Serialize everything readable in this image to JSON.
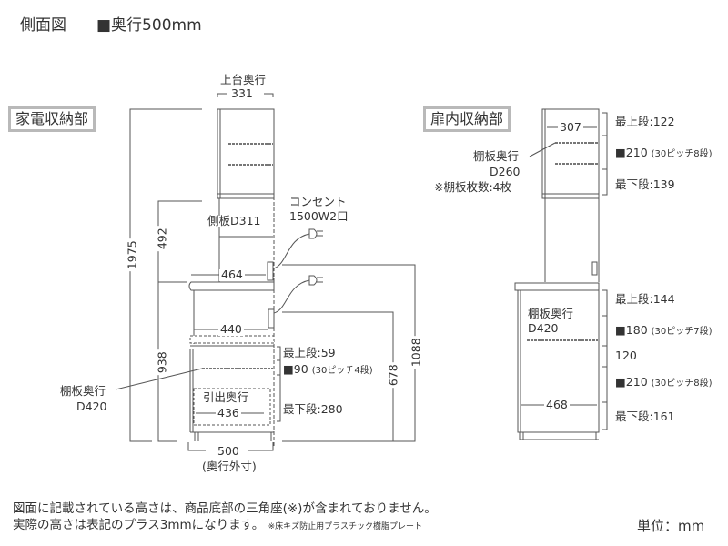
{
  "header": {
    "title": "側面図",
    "depth_label": "■奥行500mm"
  },
  "left_section": {
    "section_label": "家電収納部",
    "upper_depth_caption": "上台奥行",
    "upper_depth": "331",
    "side_panel": "側板D311",
    "outlet_label_line1": "コンセント",
    "outlet_label_line2": "1500W2口",
    "counter_depth": "464",
    "inner_depth": "440",
    "shelf_depth_caption": "棚板奥行",
    "shelf_depth": "D420",
    "drawer_depth_caption": "引出奥行",
    "drawer_depth": "436",
    "outer_depth": "500",
    "outer_depth_caption": "(奥行外寸)",
    "dims": {
      "total_height": "1975",
      "upper_gap": "492",
      "base_height": "938",
      "outlet1_height": "1088",
      "outlet2_height": "678"
    },
    "shelf_spacing": {
      "top": "最上段:59",
      "pitch_main": "■90",
      "pitch_note": "(30ピッチ4段)",
      "bottom": "最下段:280"
    }
  },
  "right_section": {
    "section_label": "扉内収納部",
    "upper_inner_depth": "307",
    "shelf_depth_caption": "棚板奥行",
    "shelf_depth": "D260",
    "shelf_count": "※棚板枚数:4枚",
    "upper_spacing": {
      "top": "最上段:122",
      "pitch_main": "■210",
      "pitch_note": "(30ピッチ8段)",
      "bottom": "最下段:139"
    },
    "lower_shelf_depth_caption": "棚板奥行",
    "lower_shelf_depth": "D420",
    "lower_inner_depth": "468",
    "lower_spacing": {
      "top": "最上段:144",
      "pitch1_main": "■180",
      "pitch1_note": "(30ピッチ7段)",
      "middle": "120",
      "pitch2_main": "■210",
      "pitch2_note": "(30ピッチ8段)",
      "bottom": "最下段:161"
    }
  },
  "footer": {
    "note_line1": "図面に記載されている高さは、商品底部の三角座(※)が含まれておりません。",
    "note_line2": "実際の高さは表記のプラス3mmになります。",
    "note_small": "※床キズ防止用プラスチック樹脂プレート",
    "unit": "単位：mm"
  }
}
